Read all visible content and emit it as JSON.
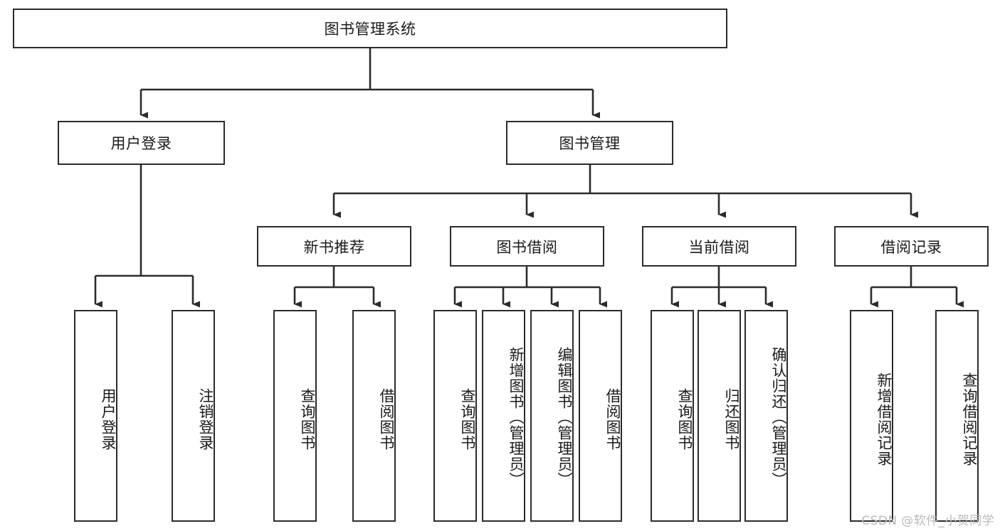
{
  "diagram": {
    "title": "图书管理系统",
    "root": {
      "label": "图书管理系统"
    },
    "level1": [
      {
        "label": "用户登录"
      },
      {
        "label": "图书管理"
      }
    ],
    "level2": [
      {
        "label": "新书推荐"
      },
      {
        "label": "图书借阅"
      },
      {
        "label": "当前借阅"
      },
      {
        "label": "借阅记录"
      }
    ],
    "leaves": {
      "user_login": [
        {
          "label": "用户登录"
        },
        {
          "label": "注销登录"
        }
      ],
      "new_book": [
        {
          "label": "查询图书"
        },
        {
          "label": "借阅图书"
        }
      ],
      "book_borrow": [
        {
          "label": "查询图书"
        },
        {
          "label": "新增图书（管理员）"
        },
        {
          "label": "编辑图书（管理员）"
        },
        {
          "label": "借阅图书"
        }
      ],
      "current_borrow": [
        {
          "label": "查询图书"
        },
        {
          "label": "归还图书"
        },
        {
          "label": "确认归还（管理员）"
        }
      ],
      "borrow_record": [
        {
          "label": "新增借阅记录"
        },
        {
          "label": "查询借阅记录"
        }
      ]
    }
  },
  "watermark": {
    "text": "CSDN @软件_小贺同学"
  },
  "colors": {
    "stroke": "#2b2b2b",
    "fill": "#ffffff",
    "text": "#1a1a1a",
    "watermark": "#b9b9b9"
  }
}
